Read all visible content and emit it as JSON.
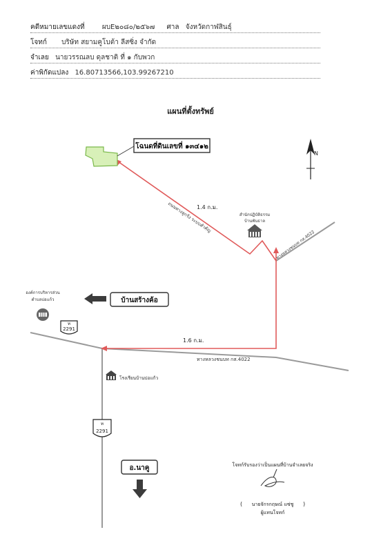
{
  "header": {
    "case_label": "คดีหมายเลขแดงที่",
    "case_value": "ผบE๒๐๘๐/๒๕๖๗",
    "court_label": "ศาล",
    "court_value": "จังหวัดกาฬสินธุ์",
    "plaintiff_label": "โจทก์",
    "plaintiff_value": "บริษัท สยามคูโบต้า ลีสซิ่ง จำกัด",
    "defendant_label": "จำเลย",
    "defendant_value": "นายวรรณลบ ดุลชาติ ที่ ๑ กับพวก",
    "coords_label": "ค่าพิกัดแปลง",
    "coords_value": "16.80713566,103.99267210"
  },
  "map_title": "แผนที่ตั้งทรัพย์",
  "map": {
    "deed_label": "โฉนดที่ดินเลขที่ ๑๓๔๑๒",
    "north_letter": "N",
    "distance_upper": "1.4 ก.ม.",
    "road_upper": "ถนนทางลูกรัง ระบบสำคัญ",
    "office_label_1": "สำนักปฏิบัติธรรม",
    "office_label_2": "บ้านพันธาล",
    "highway_vertical": "ทางหลวงชนบท กส.4022",
    "village_label": "บ้านสร้างค้อ",
    "tao_label_1": "องค์การบริหารส่วน",
    "tao_label_2": "ตำบลบ่อแก้ว",
    "route_number": "2291",
    "route_number_2": "2291",
    "distance_lower": "1.6 ก.ม.",
    "highway_horizontal": "ทางหลวงชนบท กส.4022",
    "school_label": "โรงเรียนบ้านบ่อแก้ว",
    "district_label": "อ.นาคู"
  },
  "certification": {
    "statement": "โจทก์รับรองว่าเป็นแผนที่บ้านจำเลยจริง",
    "signer_name": "นายจักรกฤษณ์ แซ่ชู",
    "signer_role": "ผู้แทนโจทก์",
    "paren_open": "(",
    "paren_close": ")"
  },
  "colors": {
    "parcel_fill": "#d8f0b8",
    "parcel_stroke": "#7ab84a",
    "route_red": "#e05a5a",
    "road_gray": "#9a9a9a",
    "dark_arrow": "#3c3c3c"
  }
}
